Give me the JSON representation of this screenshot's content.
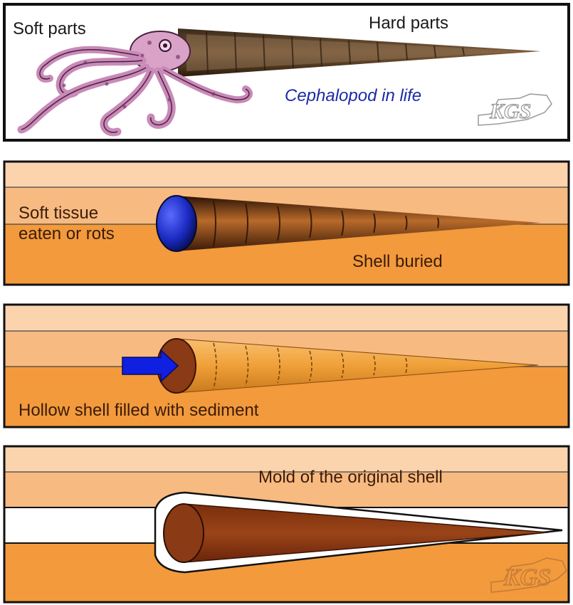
{
  "panel1": {
    "soft_label": "Soft parts",
    "hard_label": "Hard parts",
    "caption": "Cephalopod in life",
    "logo": "KGS"
  },
  "panel2": {
    "label_line1": "Soft tissue",
    "label_line2": "eaten or rots",
    "label_buried": "Shell buried"
  },
  "panel3": {
    "label": "Hollow shell filled with sediment"
  },
  "panel4": {
    "label": "Mold of the original shell",
    "logo": "KGS"
  },
  "colors": {
    "sediment_light": "#fbd4ae",
    "sediment_mid": "#f7ba80",
    "sediment_dark": "#f29a3c",
    "shell_brown": "#8a3a14",
    "shell_gold": "#f2a640",
    "arrow_blue": "#1020e0",
    "caption_blue": "#1b2aa6"
  }
}
